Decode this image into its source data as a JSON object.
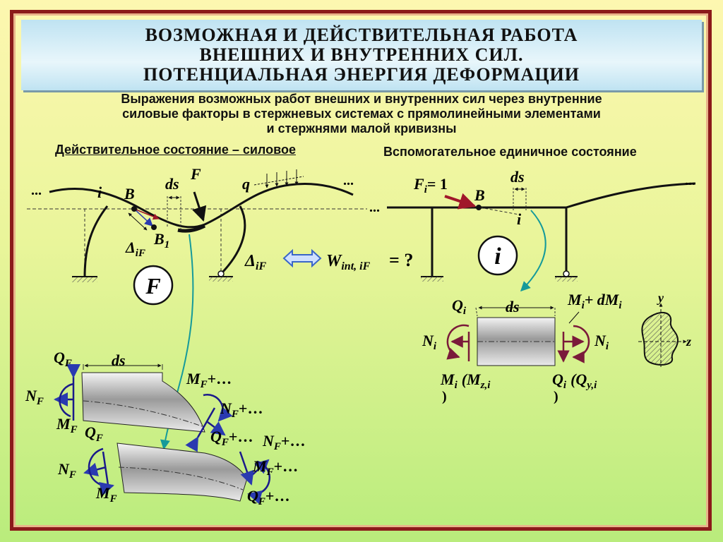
{
  "title": {
    "line1": "ВОЗМОЖНАЯ И ДЕЙСТВИТЕЛЬНАЯ РАБОТА",
    "line2": "ВНЕШНИХ И ВНУТРЕННИХ СИЛ.",
    "line3": "ПОТЕНЦИАЛЬНАЯ ЭНЕРГИЯ ДЕФОРМАЦИИ"
  },
  "subtitle": {
    "line1": "Выражения возможных работ внешних и внутренних сил через внутренние",
    "line2": "силовые факторы в стержневых системах с прямолинейными элементами",
    "line3": "и стержнями малой кривизны"
  },
  "headings": {
    "actual_state": "Действительное состояние – силовое",
    "unit_state": "Вспомогательное единичное состояние"
  },
  "left_diagram": {
    "dots": "...",
    "i": "i",
    "B": "B",
    "ds": "ds",
    "F": "F",
    "q": "q",
    "B1": "B",
    "B1_sub": "1",
    "delta": "Δ",
    "delta_sub": "iF",
    "badge": "F"
  },
  "equation": {
    "delta": "Δ",
    "delta_sub": "iF",
    "W": "W",
    "W_sub": "int, iF",
    "rhs": "= ?"
  },
  "right_diagram": {
    "dots": "...",
    "Fi": "F",
    "Fi_sub": "i",
    "Fi_eq": "= 1",
    "B": "B",
    "i": "i",
    "ds": "ds",
    "badge": "i"
  },
  "unit_element": {
    "Q": "Q",
    "Q_sub": "i",
    "ds": "ds",
    "M_dM": "M",
    "M_dM_sub": "i",
    "M_dM_rest": "+ dM",
    "M_dM_rest_sub": "i",
    "N_left": "N",
    "N_left_sub": "i",
    "N_right": "N",
    "N_right_sub": "i",
    "M_bottom": "M",
    "M_bottom_sub": "i",
    "M_bottom_paren": "(M",
    "M_bottom_paren_sub": "z,i",
    "paren_close": ")",
    "Q_bottom": "Q",
    "Q_bottom_sub": "i",
    "Q_bottom_paren": "(Q",
    "Q_bottom_paren_sub": "y,i",
    "axis_y": "y",
    "axis_z": "z"
  },
  "force_element_top": {
    "Q": "Q",
    "Q_sub": "F",
    "ds": "ds",
    "N": "N",
    "N_sub": "F",
    "M": "M",
    "M_sub": "F",
    "M_plus": "M",
    "M_plus_sub": "F",
    "M_plus_rest": "+…",
    "N_plus": "N",
    "N_plus_sub": "F",
    "N_plus_rest": "+…",
    "Q_plus": "Q",
    "Q_plus_sub": "F",
    "Q_plus_rest": "+…"
  },
  "force_element_bottom": {
    "Q": "Q",
    "Q_sub": "F",
    "N": "N",
    "N_sub": "F",
    "M": "M",
    "M_sub": "F",
    "N_plus": "N",
    "N_plus_sub": "F",
    "N_plus_rest": "+…",
    "M_plus": "M",
    "M_plus_sub": "F",
    "M_plus_rest": "+…",
    "Q_plus": "Q",
    "Q_plus_sub": "F",
    "Q_plus_rest": "+…"
  },
  "colors": {
    "frame": "#8b1a1a",
    "load_arrow": "#a0182a",
    "displacement_blue": "#2a3ab0",
    "teal_curve": "#159a9a",
    "moment_purple": "#7a1a3a",
    "equation_arrow": "#3a66c8"
  }
}
